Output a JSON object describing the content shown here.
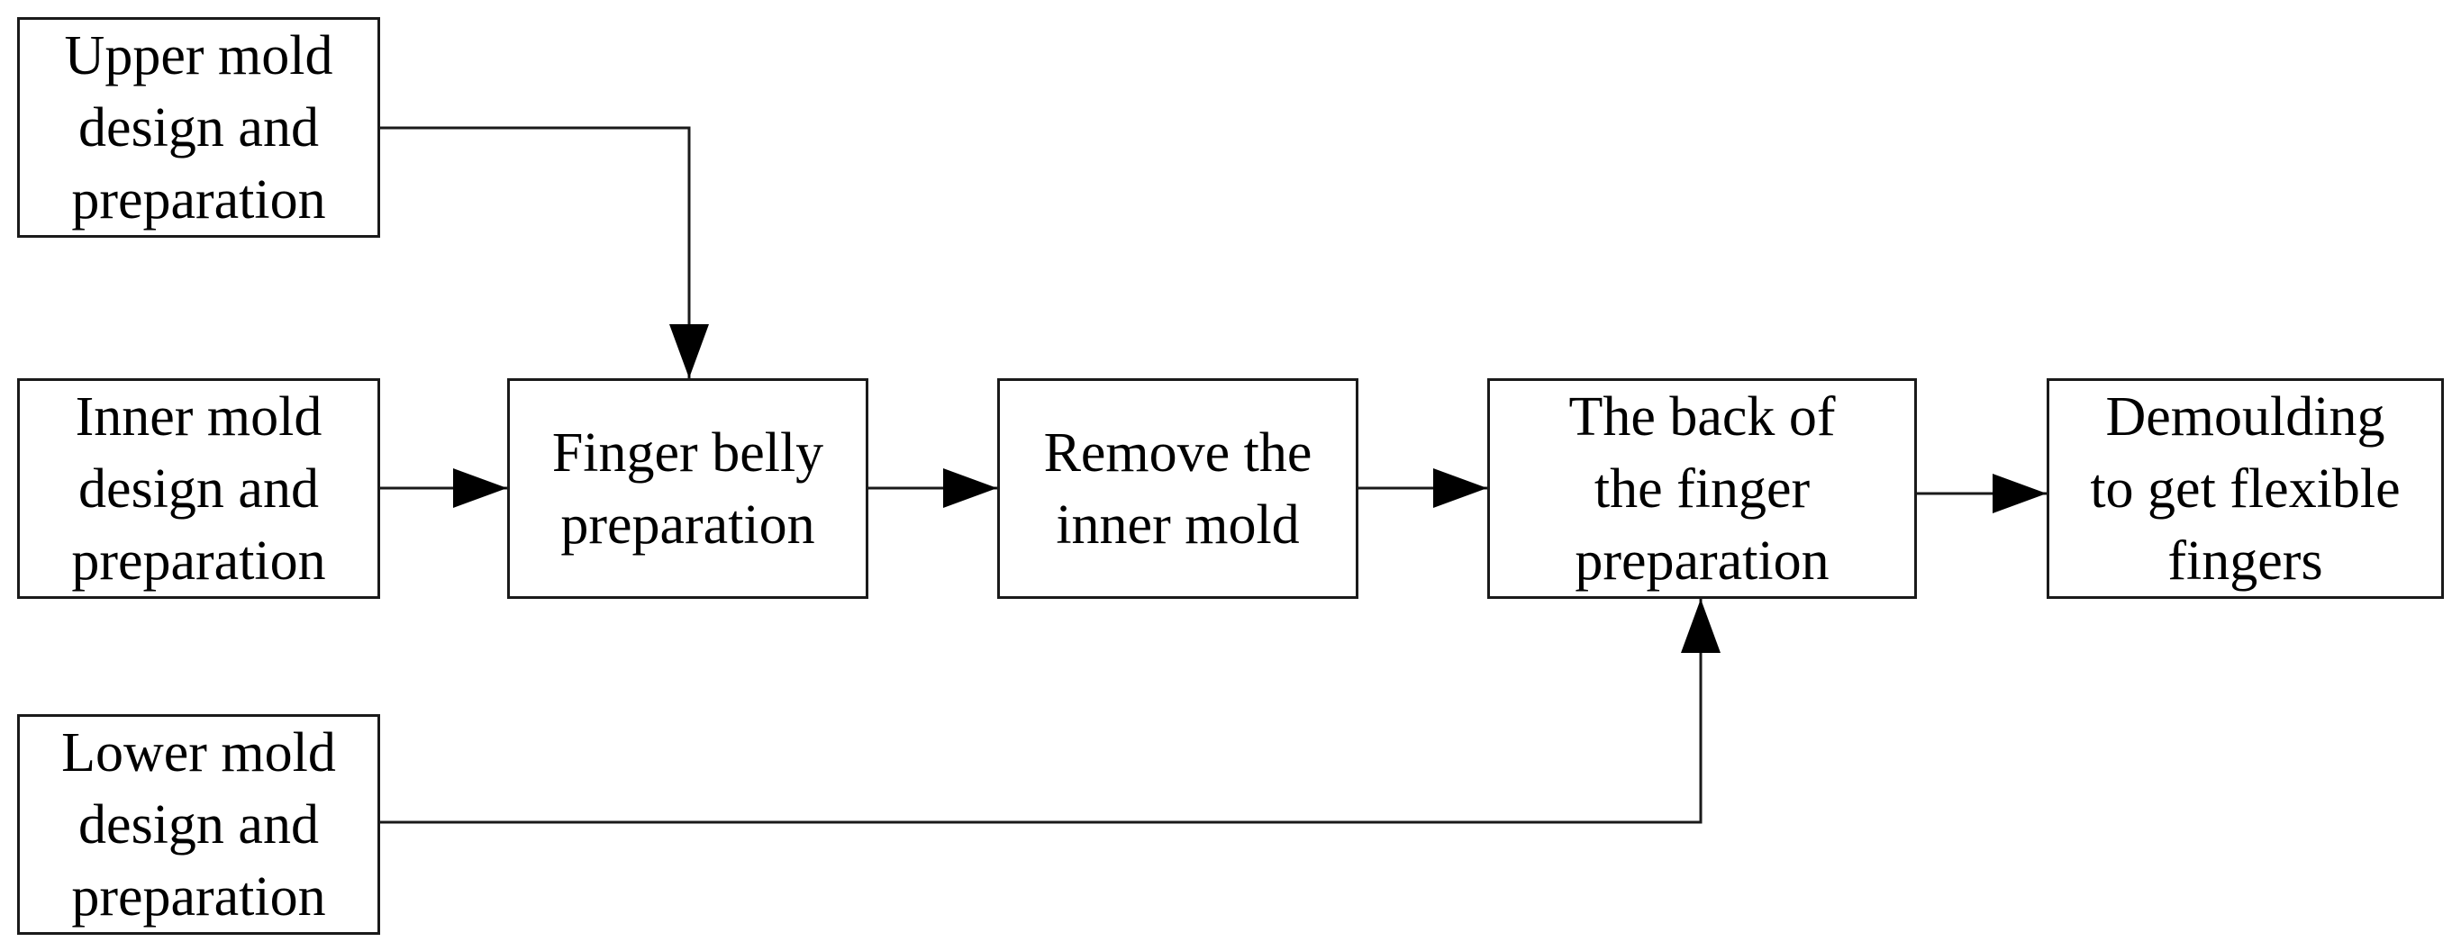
{
  "diagram": {
    "type": "flowchart",
    "colors": {
      "stroke": "#1a1a1a",
      "background": "#ffffff",
      "text": "#000000"
    },
    "nodes": {
      "upper_mold": "Upper mold\ndesign and\npreparation",
      "inner_mold": "Inner mold\ndesign and\npreparation",
      "lower_mold": "Lower mold\ndesign and\npreparation",
      "finger_belly": "Finger belly\npreparation",
      "remove_inner": "Remove the\ninner mold",
      "finger_back": "The back of\nthe finger\npreparation",
      "demoulding": "Demoulding\nto get flexible\nfingers"
    },
    "edges": [
      {
        "from": "upper_mold",
        "to": "finger_belly"
      },
      {
        "from": "inner_mold",
        "to": "finger_belly"
      },
      {
        "from": "finger_belly",
        "to": "remove_inner"
      },
      {
        "from": "remove_inner",
        "to": "finger_back"
      },
      {
        "from": "lower_mold",
        "to": "finger_back"
      },
      {
        "from": "finger_back",
        "to": "demoulding"
      }
    ]
  }
}
